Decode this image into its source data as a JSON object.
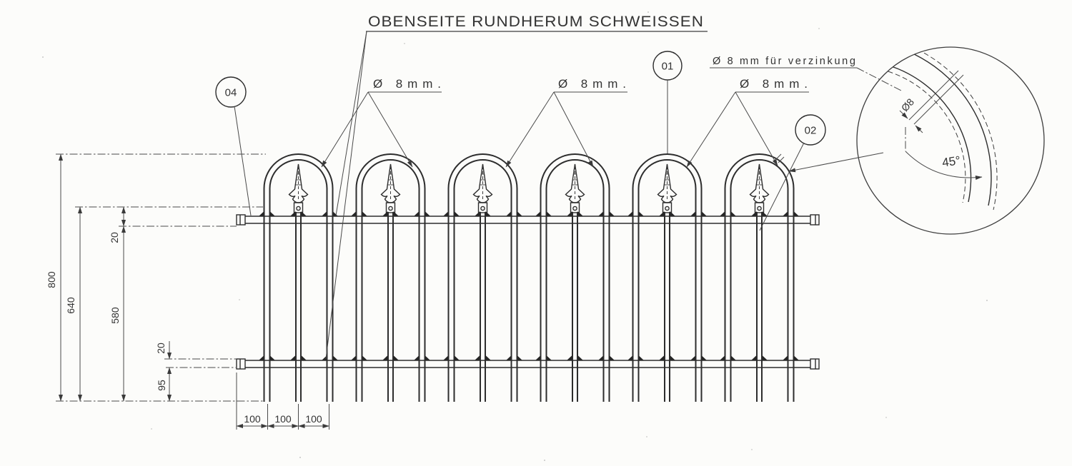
{
  "drawing": {
    "title": "OBENSEITE RUNDHERUM SCHWEISSEN",
    "galvanizing_note": "Ø 8 mm für verzinkung",
    "tube_callouts": {
      "c1": "Ø 8mm.",
      "c2": "Ø 8mm.",
      "c3": "Ø 8mm."
    },
    "balloons": {
      "b01": "01",
      "b02": "02",
      "b04": "04"
    },
    "dimensions": {
      "total_height": "800",
      "mid_height": "640",
      "clear_between_rails": "580",
      "top_rail_thickness": "20",
      "bottom_rail_thickness": "20",
      "below_rail": "95",
      "bar_pitch": [
        "100",
        "100",
        "100"
      ]
    },
    "detail": {
      "hole_diameter": "Ø8",
      "hole_angle": "45°"
    },
    "structure": {
      "hoop_count": 6,
      "pickets_per_hoop": 3,
      "rail_count": 2,
      "picket_total": 18
    },
    "colors": {
      "ink": "#2d2d2d",
      "dim_ink": "#4a4a4a",
      "paper": "#fcfcfa"
    }
  }
}
